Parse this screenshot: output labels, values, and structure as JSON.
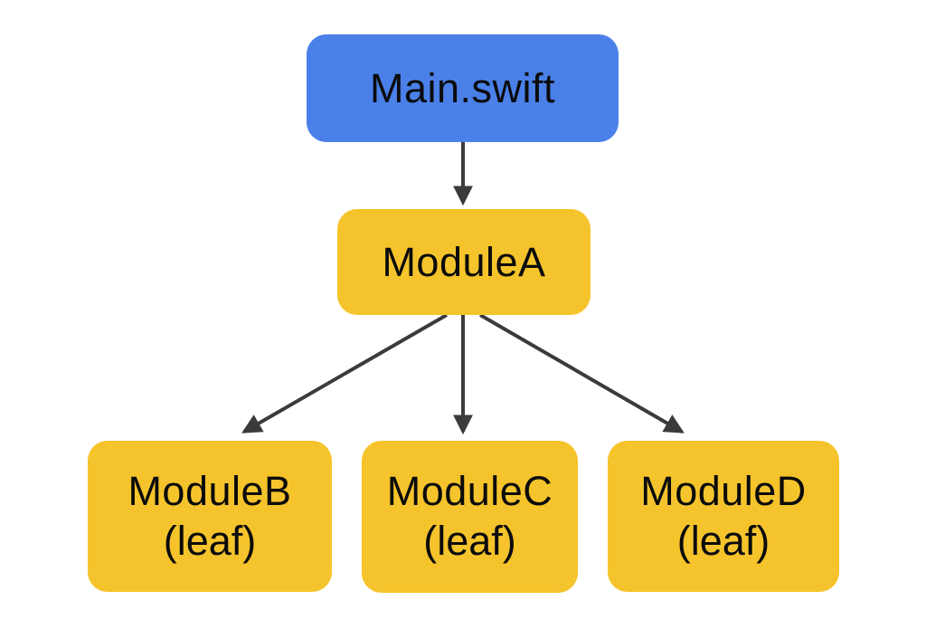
{
  "diagram": {
    "background": "#ffffff",
    "arrow_color": "#3b3b3d",
    "text_color": "#0b0b0b",
    "nodes": [
      {
        "id": "main-swift",
        "label": "Main.swift",
        "color": "#4a80e8",
        "role": "root"
      },
      {
        "id": "module-a",
        "label": "ModuleA",
        "color": "#f5c42c",
        "role": "module"
      },
      {
        "id": "module-b",
        "label": "ModuleB",
        "sublabel": "(leaf)",
        "color": "#f5c42c",
        "role": "leaf"
      },
      {
        "id": "module-c",
        "label": "ModuleC",
        "sublabel": "(leaf)",
        "color": "#f5c42c",
        "role": "leaf"
      },
      {
        "id": "module-d",
        "label": "ModuleD",
        "sublabel": "(leaf)",
        "color": "#f5c42c",
        "role": "leaf"
      }
    ],
    "edges": [
      {
        "from": "Main.swift",
        "to": "ModuleA"
      },
      {
        "from": "ModuleA",
        "to": "ModuleB"
      },
      {
        "from": "ModuleA",
        "to": "ModuleC"
      },
      {
        "from": "ModuleA",
        "to": "ModuleD"
      }
    ]
  }
}
